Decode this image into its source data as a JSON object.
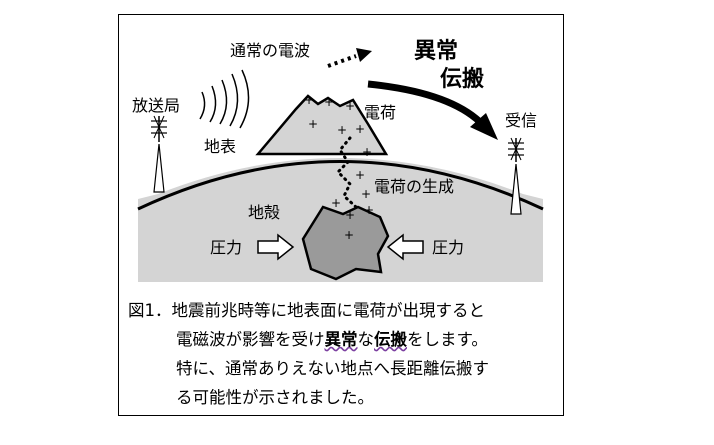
{
  "diagram": {
    "labels": {
      "normal_wave": "通常の電波",
      "anomalous_line1": "異常",
      "anomalous_line2": "伝搬",
      "broadcast_station": "放送局",
      "ground_surface": "地表",
      "charge": "電荷",
      "receiver": "受信",
      "charge_generation": "電荷の生成",
      "crust": "地殻",
      "pressure_left": "圧力",
      "pressure_right": "圧力",
      "plus_sign": "+"
    },
    "colors": {
      "mountain": "#d4d4d4",
      "crust": "#d4d4d4",
      "rock": "#9a9a9a",
      "ink": "#000000",
      "underline": "#7b3fa0"
    },
    "icons": [
      "antenna-tower-icon",
      "radio-wave-arcs-icon",
      "dotted-arrow-icon",
      "curved-arrow-icon",
      "hollow-arrow-icon"
    ]
  },
  "caption": {
    "line1": "図1．地震前兆時等に地表面に電荷が出現すると",
    "line2_pre": "電磁波が影響を受け",
    "line2_emph1": "異常",
    "line2_mid": "な",
    "line2_emph2": "伝搬",
    "line2_post": "をします。",
    "line3": "特に、通常ありえない地点へ長距離伝搬す",
    "line4": "る可能性が示されました。"
  }
}
